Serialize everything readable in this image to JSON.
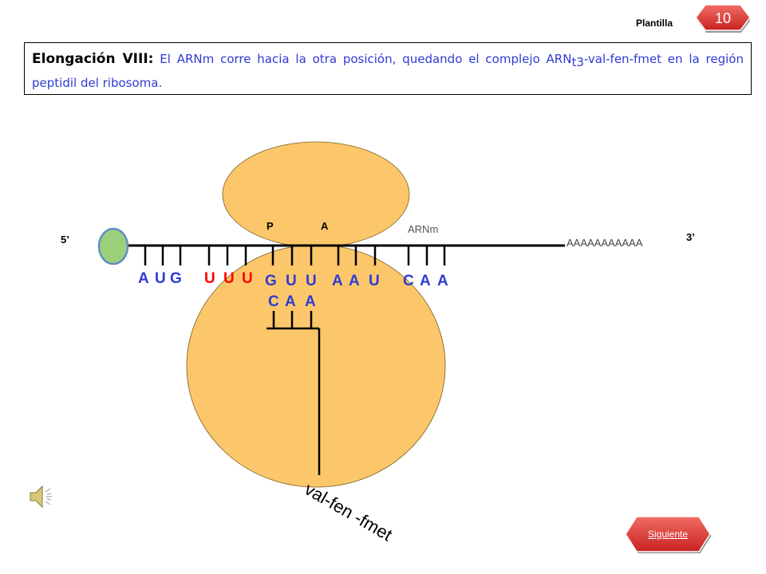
{
  "header": {
    "plantilla_label": "Plantilla",
    "slide_number": "10"
  },
  "title": {
    "heading": "Elongación VIII:",
    "body_part1": " El ARNm corre hacia la otra posición, quedando el complejo ARN",
    "body_sub": "t3",
    "body_part2": "-val-fen-fmet en la región peptidil del ribosoma."
  },
  "ribosome": {
    "site_p": "P",
    "site_a": "A",
    "mrna_label": "ARNm",
    "end_5": "5’",
    "end_3": "3’",
    "poly_a_tail": "AAAAAAAAAAA"
  },
  "mrna_codons": [
    {
      "letters": [
        "A",
        "U",
        "G"
      ],
      "color": "#2e3bd3"
    },
    {
      "letters": [
        "U",
        "U",
        "U"
      ],
      "color": "#ff0000"
    },
    {
      "letters": [
        "G",
        "U",
        "U"
      ],
      "color": "#2e3bd3"
    },
    {
      "letters": [
        "A",
        "A",
        "U"
      ],
      "color": "#2e3bd3"
    },
    {
      "letters": [
        "C",
        "A",
        "A"
      ],
      "color": "#2e3bd3"
    }
  ],
  "trna": {
    "anticodon": [
      "C",
      "A",
      "A"
    ],
    "peptide": "val-fen -fmet"
  },
  "navigation": {
    "next_label": "Siguiente"
  },
  "icons": {
    "audio": "speaker-icon"
  },
  "colors": {
    "ribosome_fill": "#fcc76a",
    "cap_fill": "#9cd17c",
    "badge_fill": "#e8413f",
    "text_blue": "#2e3bd3",
    "text_red": "#ff0000"
  }
}
